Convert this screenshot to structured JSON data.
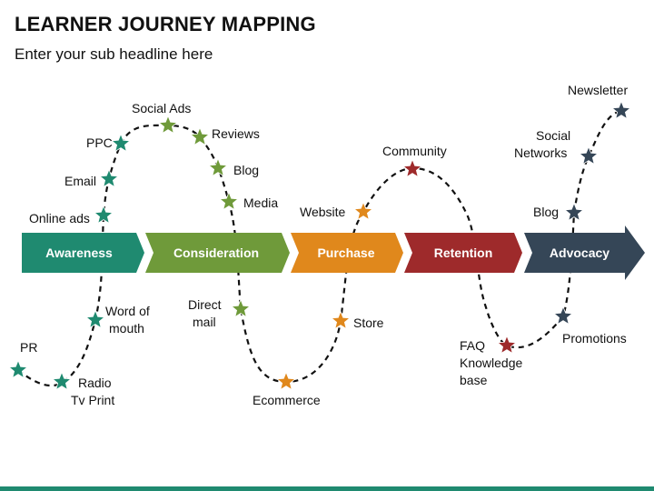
{
  "title": "LEARNER JOURNEY MAPPING",
  "subtitle": "Enter your sub headline here",
  "colors": {
    "awareness": "#1f8a70",
    "consideration": "#6f9a3a",
    "purchase": "#e0881c",
    "retention": "#9e2a2b",
    "advocacy": "#354657",
    "bottom_bar": "#1f8a70"
  },
  "stages": [
    {
      "label": "Awareness",
      "color_key": "awareness"
    },
    {
      "label": "Consideration",
      "color_key": "consideration"
    },
    {
      "label": "Purchase",
      "color_key": "purchase"
    },
    {
      "label": "Retention",
      "color_key": "retention"
    },
    {
      "label": "Advocacy",
      "color_key": "advocacy"
    }
  ],
  "touchpoints": [
    {
      "label": "PR",
      "stage": "Awareness"
    },
    {
      "label": "Radio Tv Print",
      "stage": "Awareness"
    },
    {
      "label": "Word of mouth",
      "stage": "Awareness"
    },
    {
      "label": "Online ads",
      "stage": "Awareness"
    },
    {
      "label": "Email",
      "stage": "Awareness"
    },
    {
      "label": "PPC",
      "stage": "Awareness"
    },
    {
      "label": "Social Ads",
      "stage": "Consideration"
    },
    {
      "label": "Reviews",
      "stage": "Consideration"
    },
    {
      "label": "Blog",
      "stage": "Consideration"
    },
    {
      "label": "Media",
      "stage": "Consideration"
    },
    {
      "label": "Direct mail",
      "stage": "Consideration"
    },
    {
      "label": "Ecommerce",
      "stage": "Purchase"
    },
    {
      "label": "Store",
      "stage": "Purchase"
    },
    {
      "label": "Website",
      "stage": "Purchase"
    },
    {
      "label": "Community",
      "stage": "Retention"
    },
    {
      "label": "FAQ Knowledge base",
      "stage": "Retention"
    },
    {
      "label": "Promotions",
      "stage": "Advocacy"
    },
    {
      "label": "Blog",
      "stage": "Advocacy"
    },
    {
      "label": "Social Networks",
      "stage": "Advocacy"
    },
    {
      "label": "Newsletter",
      "stage": "Advocacy"
    }
  ]
}
